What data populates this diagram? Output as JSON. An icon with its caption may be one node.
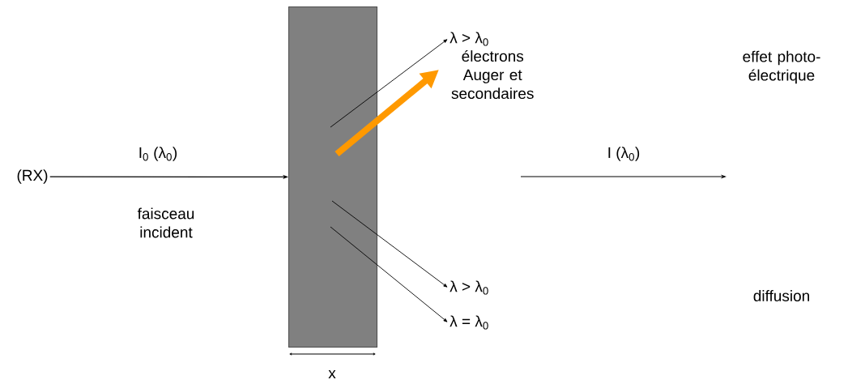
{
  "diagram": {
    "nodes": [
      {
        "text": [
          "(RX)"
        ]
      },
      {
        "text": [],
        "shape": "box"
      },
      {
        "text": [
          "λ > λ$_{0}$"
        ]
      },
      {
        "text": [
          "électrons Auger et secondaires"
        ]
      },
      {
        "text": [
          "λ > λ$_{0}$"
        ]
      },
      {
        "text": [
          "λ = λ$_{0}$"
        ]
      }
    ],
    "edges": [
      {
        "from": 0,
        "to": 1,
        "arrow": "to",
        "label": "I$_{0}$ (λ$_{0}$)"
      },
      {
        "from": 1,
        "to": 2,
        "arrow": "to"
      },
      {
        "from": 1,
        "to": 3,
        "arrow": "to",
        "style": "thick",
        "color": "#ff9900"
      },
      {
        "from": 1,
        "to": 4,
        "arrow": "to"
      },
      {
        "from": 1,
        "to": 5,
        "arrow": "to"
      }
    ],
    "labels": [
      "effet photo-électrique",
      "I (λ$_{0}$)",
      "faisceau incident",
      "diffusion",
      "x"
    ]
  }
}
